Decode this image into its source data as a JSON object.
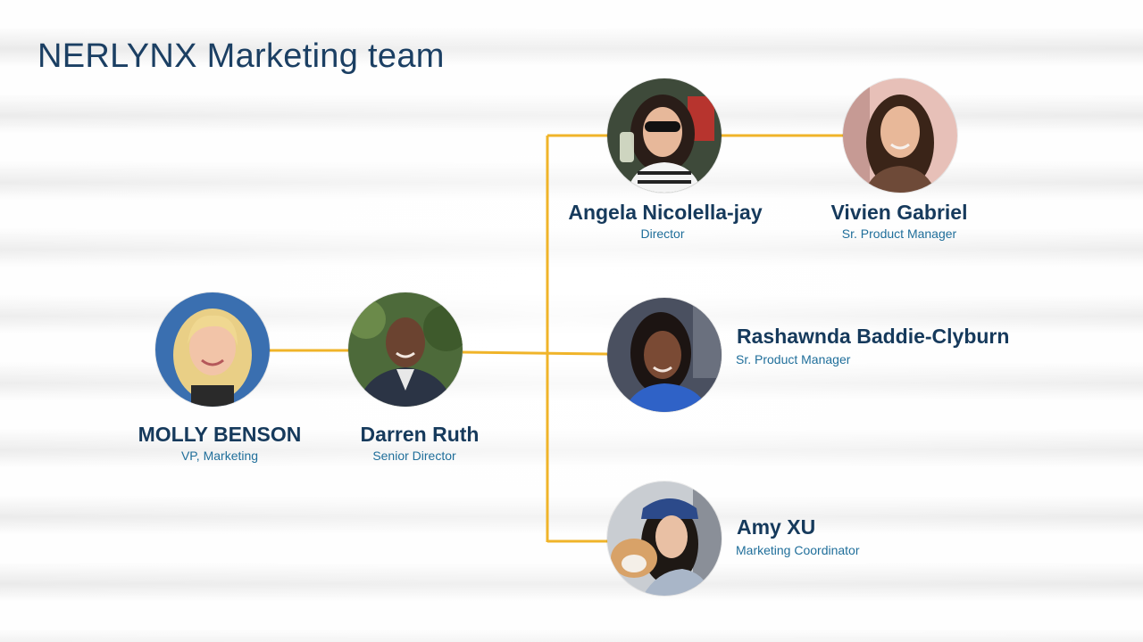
{
  "title": "NERLYNX Marketing team",
  "colors": {
    "connector": "#f0b429",
    "name": "#163a5c",
    "role": "#1f6e9a",
    "title": "#1b3f63"
  },
  "people": {
    "molly": {
      "name": "MOLLY BENSON",
      "role": "VP, Marketing"
    },
    "darren": {
      "name": "Darren Ruth",
      "role": "Senior Director"
    },
    "angela": {
      "name": "Angela Nicolella-jay",
      "role": "Director"
    },
    "vivien": {
      "name": "Vivien Gabriel",
      "role": "Sr. Product Manager"
    },
    "rashawnda": {
      "name": "Rashawnda Baddie-Clyburn",
      "role": "Sr. Product Manager"
    },
    "amy": {
      "name": "Amy XU",
      "role": "Marketing Coordinator"
    }
  }
}
